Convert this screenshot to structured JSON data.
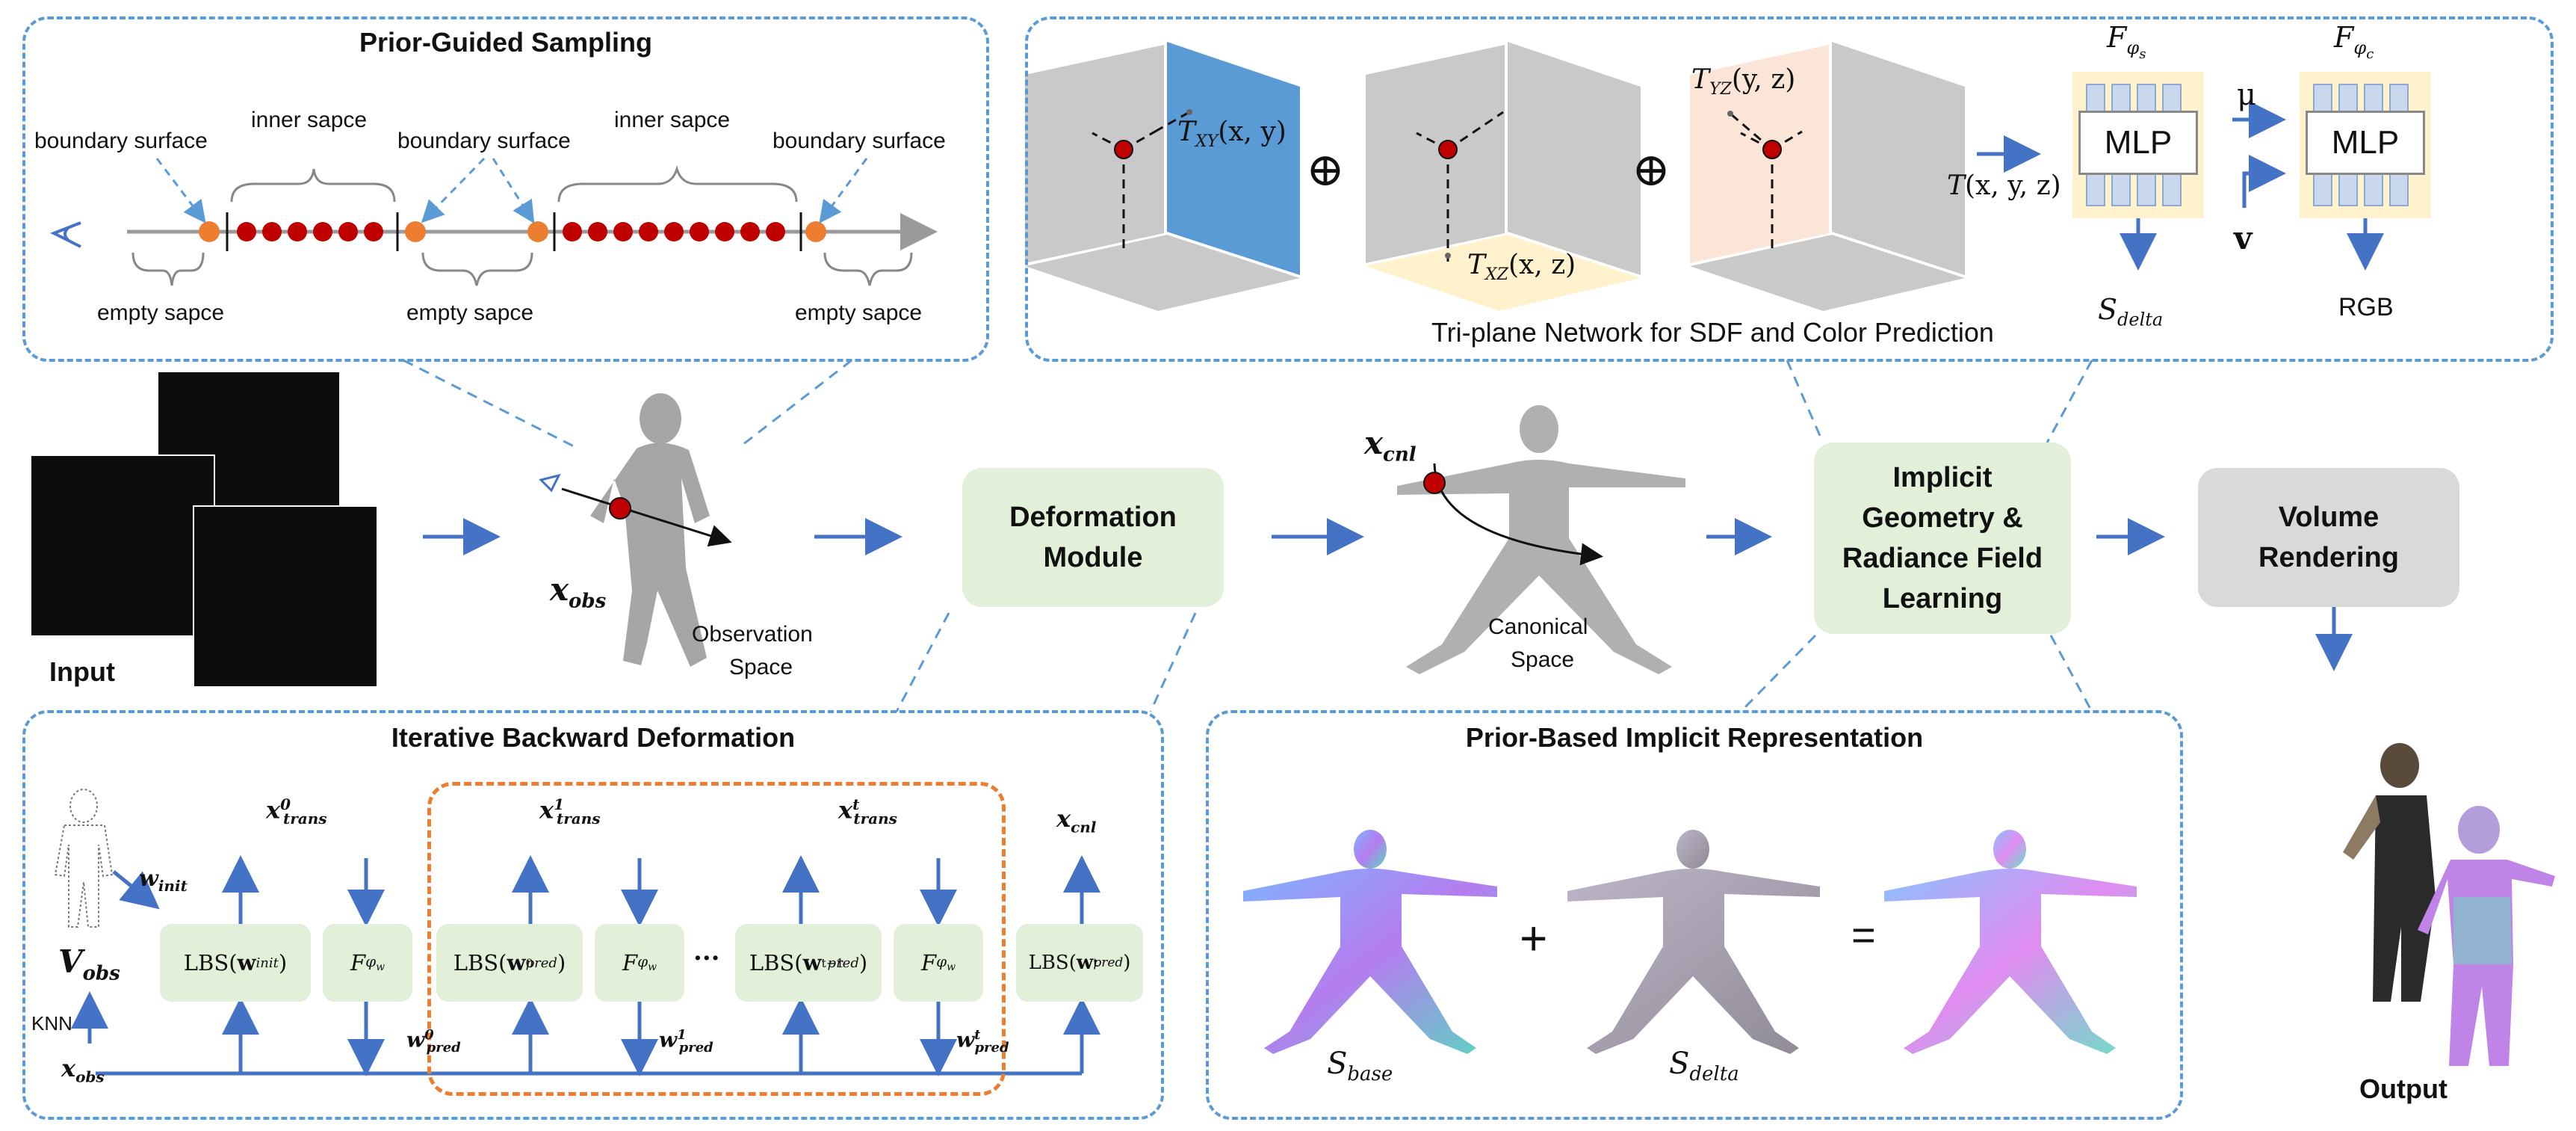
{
  "sampling_panel": {
    "title": "Prior-Guided Sampling",
    "boundary_surface": "boundary surface",
    "inner_space": "inner sapce",
    "empty_space": "empty sapce"
  },
  "triplane_panel": {
    "caption": "Tri-plane Network for SDF and Color Prediction",
    "t_xy": "T_XY(x, y)",
    "t_xz": "T_XZ(x, z)",
    "t_yz": "T_YZ(y, z)",
    "oplus": "⊕",
    "t_xyz": "T(x, y, z)",
    "f_phi_s": "F_φs",
    "f_phi_c": "F_φc",
    "mlp": "MLP",
    "mu": "μ",
    "v": "v",
    "s_delta": "S_delta",
    "rgb": "RGB"
  },
  "pipeline": {
    "input": "Input",
    "x_obs": "x_obs",
    "observation_space_1": "Observation",
    "observation_space_2": "Space",
    "deformation_module_1": "Deformation",
    "deformation_module_2": "Module",
    "x_cnl": "x_cnl",
    "canonical_space_1": "Canonical",
    "canonical_space_2": "Space",
    "implicit_1": "Implicit",
    "implicit_2": "Geometry &",
    "implicit_3": "Radiance Field",
    "implicit_4": "Learning",
    "volume_1": "Volume",
    "volume_2": "Rendering",
    "output": "Output"
  },
  "deformation_panel": {
    "title": "Iterative Backward Deformation",
    "w_init": "w_init",
    "v_obs": "V_obs",
    "knn": "KNN",
    "x_obs": "x_obs",
    "lbs_init": "LBS(w_init)",
    "f_phi_w": "F_φw",
    "lbs_pred0": "LBS(w⁰_pred)",
    "lbs_predt1": "LBS(wᵗ⁻¹_pred)",
    "lbs_predt": "LBS(wᵗ_pred)",
    "dots": "···",
    "x_trans0": "x⁰_trans",
    "x_trans1": "x¹_trans",
    "x_transt": "xᵗ_trans",
    "x_cnl": "x_cnl",
    "w_pred0": "w⁰_pred",
    "w_pred1": "w¹_pred",
    "w_predt": "wᵗ_pred"
  },
  "representation_panel": {
    "title": "Prior-Based Implicit Representation",
    "plus": "+",
    "equals": "=",
    "s_base": "S_base",
    "s_delta": "S_delta"
  },
  "colors": {
    "dashed_blue": "#5b9bd5",
    "arrow_blue": "#4472c4",
    "dashed_orange": "#ed7d31",
    "green_fill": "#e2efd9",
    "grey_fill": "#d9d9d9",
    "red_dot": "#c00000",
    "orange_dot": "#ed7d31",
    "mlp_yellow": "#fff2cc"
  }
}
